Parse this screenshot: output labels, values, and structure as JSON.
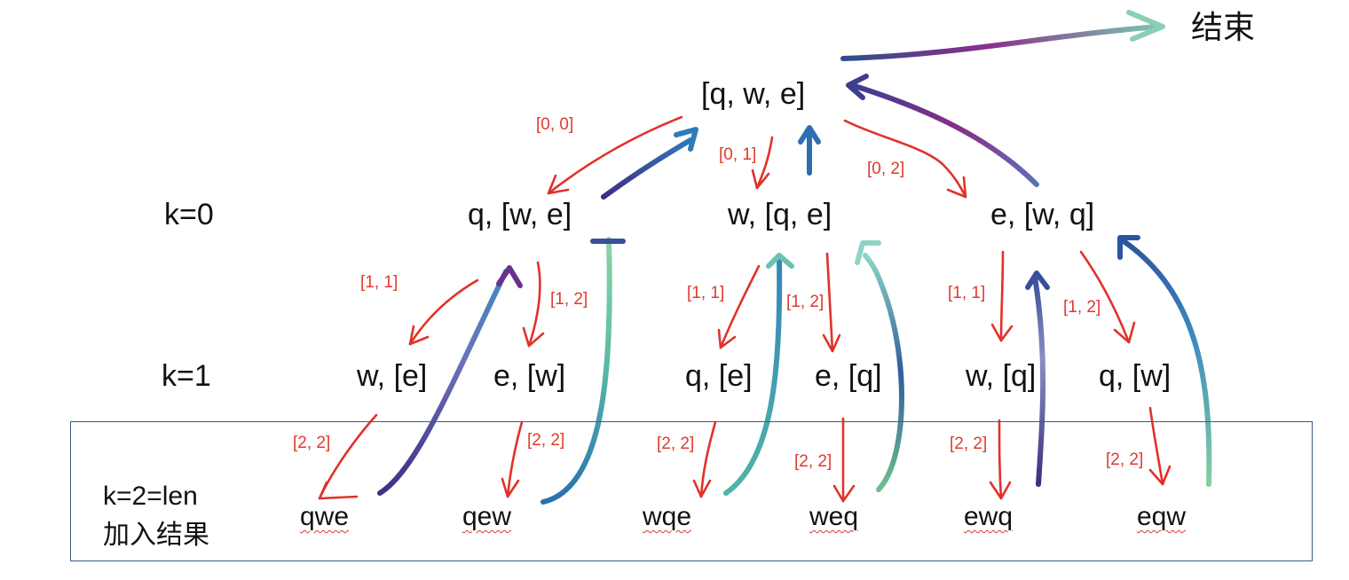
{
  "end_label": "结束",
  "levels": {
    "k0": "k=0",
    "k1": "k=1",
    "k2_line1": "k=2=len",
    "k2_line2": "加入结果"
  },
  "nodes": {
    "root": "[q, w, e]",
    "l1": [
      "q, [w, e]",
      "w, [q, e]",
      "e, [w, q]"
    ],
    "l2": [
      "w, [e]",
      "e, [w]",
      "q, [e]",
      "e, [q]",
      "w, [q]",
      "q, [w]"
    ]
  },
  "leaves": [
    "qwe",
    "qew",
    "wqe",
    "weq",
    "ewq",
    "eqw"
  ],
  "edge_labels": {
    "root": [
      "[0, 0]",
      "[0, 1]",
      "[0, 2]"
    ],
    "l1": [
      "[1, 1]",
      "[1, 2]",
      "[1, 1]",
      "[1, 2]",
      "[1, 1]",
      "[1, 2]"
    ],
    "l2": [
      "[2, 2]",
      "[2, 2]",
      "[2, 2]",
      "[2, 2]",
      "[2, 2]",
      "[2, 2]"
    ]
  },
  "colors": {
    "down_arrow": "#e0322a",
    "return_dark": "#4b3a8f",
    "return_blue": "#2f78b5",
    "return_teal": "#4fb6a8",
    "return_light": "#8fd0a8",
    "return_magenta": "#9a2a8e",
    "label": "#e03a2e",
    "box_border": "#3b5a8a"
  }
}
